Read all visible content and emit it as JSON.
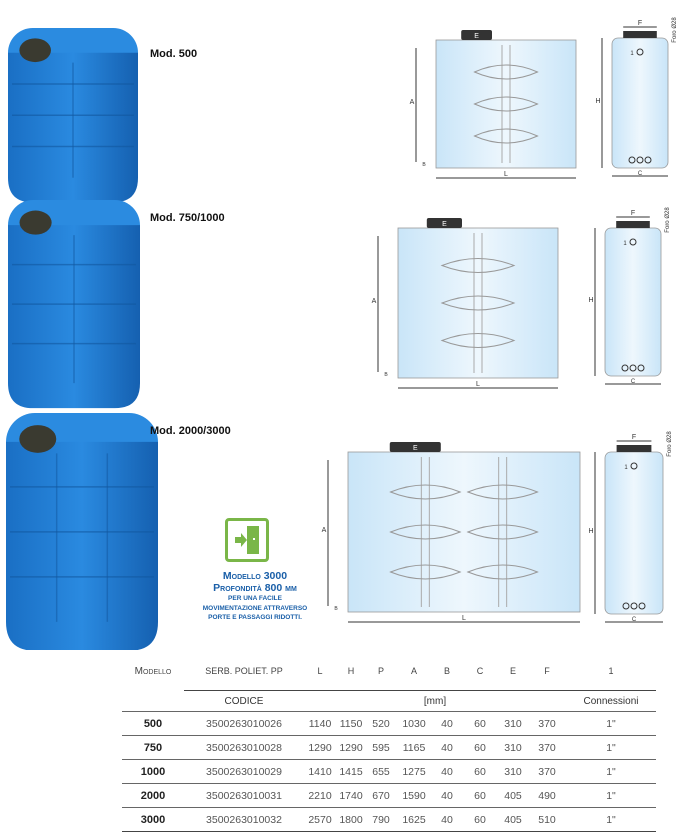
{
  "models": [
    {
      "label": "Mod. 500"
    },
    {
      "label": "Mod. 750/1000"
    },
    {
      "label": "Mod. 2000/3000"
    }
  ],
  "drawing_labels": {
    "A": "A",
    "L": "L",
    "H": "H",
    "E": "E",
    "F": "F",
    "B": "B",
    "C": "C",
    "connection": "1",
    "hole": "Foro Ø28"
  },
  "promo": {
    "title1": "Modello 3000",
    "title2": "Profondità 800 mm",
    "line1": "per una facile",
    "line2": "movimentazione attraverso",
    "line3": "porte e passaggi ridotti.",
    "icon": "door-enter-icon",
    "color": "#7ab648"
  },
  "colors": {
    "tank": "#1f7fd6",
    "tank_dark": "#1560b0",
    "cap": "#3a3a30",
    "drawing_fill": "#d6ecfa"
  },
  "table": {
    "headers": {
      "modello": "Modello",
      "serb": "SERB. POLIET. PP",
      "cols": [
        "L",
        "H",
        "P",
        "A",
        "B",
        "C",
        "E",
        "F"
      ],
      "conn": "1",
      "codice": "CODICE",
      "unit": "[mm]",
      "connessioni": "Connessioni"
    },
    "rows": [
      {
        "model": "500",
        "code": "3500263010026",
        "vals": [
          "1140",
          "1150",
          "520",
          "1030",
          "40",
          "60",
          "310",
          "370"
        ],
        "conn": "1\""
      },
      {
        "model": "750",
        "code": "3500263010028",
        "vals": [
          "1290",
          "1290",
          "595",
          "1165",
          "40",
          "60",
          "310",
          "370"
        ],
        "conn": "1\""
      },
      {
        "model": "1000",
        "code": "3500263010029",
        "vals": [
          "1410",
          "1415",
          "655",
          "1275",
          "40",
          "60",
          "310",
          "370"
        ],
        "conn": "1\""
      },
      {
        "model": "2000",
        "code": "3500263010031",
        "vals": [
          "2210",
          "1740",
          "670",
          "1590",
          "40",
          "60",
          "405",
          "490"
        ],
        "conn": "1\""
      },
      {
        "model": "3000",
        "code": "3500263010032",
        "vals": [
          "2570",
          "1800",
          "790",
          "1625",
          "40",
          "60",
          "405",
          "510"
        ],
        "conn": "1\""
      }
    ]
  }
}
